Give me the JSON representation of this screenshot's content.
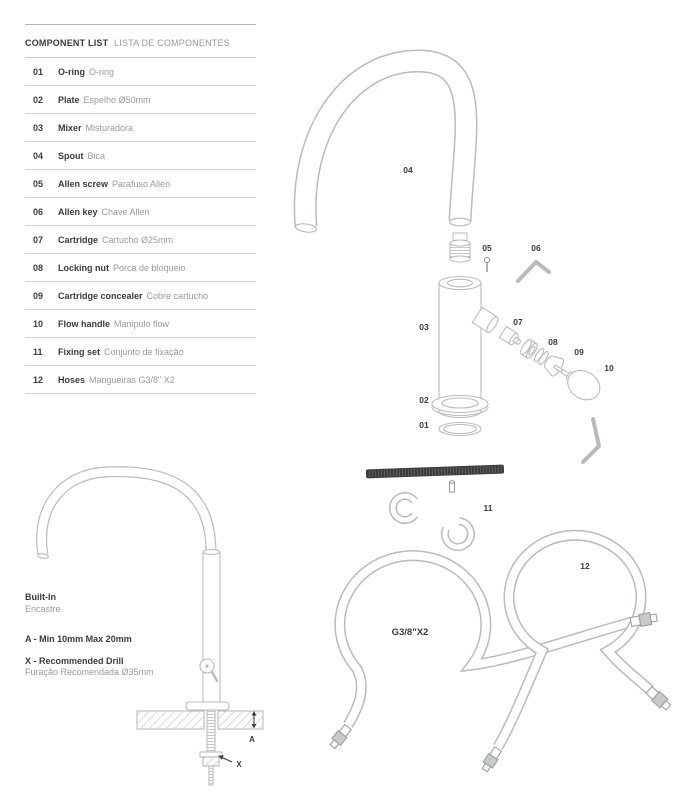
{
  "component_list": {
    "title_en": "COMPONENT LIST",
    "title_pt": "LISTA DE COMPONENTES",
    "items": [
      {
        "num": "01",
        "en": "O-ring",
        "pt": "O-ring"
      },
      {
        "num": "02",
        "en": "Plate",
        "pt": "Espelho Ø50mm"
      },
      {
        "num": "03",
        "en": "Mixer",
        "pt": "Misturadora"
      },
      {
        "num": "04",
        "en": "Spout",
        "pt": "Bica"
      },
      {
        "num": "05",
        "en": "Allen screw",
        "pt": "Parafuso Allen"
      },
      {
        "num": "06",
        "en": "Allen key",
        "pt": "Chave Allen"
      },
      {
        "num": "07",
        "en": "Cartridge",
        "pt": "Cartucho Ø25mm"
      },
      {
        "num": "08",
        "en": "Locking nut",
        "pt": "Porca de bloqueio"
      },
      {
        "num": "09",
        "en": "Cartridge concealer",
        "pt": "Cobre cartucho"
      },
      {
        "num": "10",
        "en": "Flow handle",
        "pt": "Manipulo flow"
      },
      {
        "num": "11",
        "en": "Fixing set",
        "pt": "Conjunto de fixação"
      },
      {
        "num": "12",
        "en": "Hoses",
        "pt": "Mangueiras G3/8\" X2"
      }
    ]
  },
  "diagram": {
    "labels": {
      "p01": "01",
      "p02": "02",
      "p03": "03",
      "p04": "04",
      "p05": "05",
      "p06": "06",
      "p07": "07",
      "p08": "08",
      "p09": "09",
      "p10": "10",
      "p11": "11",
      "p12": "12"
    },
    "hose_marking": "G3/8\"X2"
  },
  "installation": {
    "title_en": "Built-In",
    "title_pt": "Encastre",
    "note_a": "A - Min 10mm Max 20mm",
    "note_x_en": "X - Recommended Drill",
    "note_x_pt": "Furação Recomendada Ø35mm",
    "dim_a": "A",
    "dim_x": "X"
  },
  "colors": {
    "line": "#b7bbbf",
    "text_dark": "#3b3b3b",
    "text_muted": "#9a9a9a",
    "rule": "#cccccc",
    "bar_dark": "#3d3d3d"
  }
}
